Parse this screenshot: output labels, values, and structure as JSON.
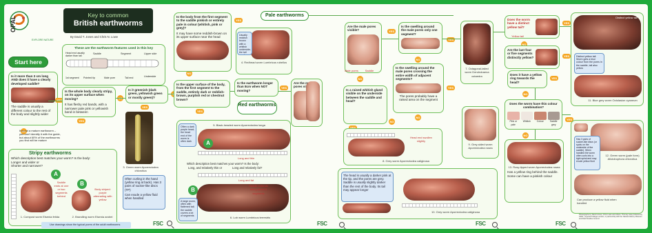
{
  "branding": {
    "publisher": "OPAL",
    "publisher_sub": "EXPLORE NATURE",
    "title_line1": "Key to common",
    "title_line2": "British earthworms",
    "authors": "By David T. Jones and Chris N. Lowe"
  },
  "start": {
    "label": "Start here",
    "question": "Is it more than 3 cm long AND does it have a clearly developed saddle?",
    "note": "The saddle is usually a different colour to the rest of the body and slightly wider",
    "no_note": "It is not a mature earthworm – you can’t identify it with the guide, but about 60% of the earthworms you find will be mature"
  },
  "features": {
    "heading": "These are the earthworm features used in this key",
    "labels": [
      "Head end usually darker than tail",
      "Saddle",
      "Upper side",
      "Underside",
      "1st segment",
      "Pointed tip",
      "Male pore",
      "Tail end",
      "Segment"
    ]
  },
  "stripy": {
    "heading": "Stripy earthworms",
    "question": "Which description best matches your worm? Is the body:",
    "option_a": "Longer and wider or",
    "option_b": "Shorter and narrower?",
    "callout_a": "Saddle ends at one or two segments behind",
    "callout_b": "Body striped: purple alternating with yellow",
    "species_a": "1. Compost worm Eisenia fetida",
    "species_b": "2. Brandling worm Eisenia andrei",
    "letter_a": "A",
    "letter_b": "B"
  },
  "stripes_question": "Is the whole body clearly stripy, on its upper surface when moving?",
  "stripes_note": "It has fleshy red bands, with a narrower pale pink or yellowish band in between",
  "green_question": "Is it greenish (dark green, yellowish green or mostly green)?",
  "green_species": "3. Green worm Aporrectodea chlorotica",
  "green_note": "Often curling in the hand (yellow ring at back). Has 3 pairs of sucker-like discs (TP)",
  "green_note2": "Can exude a yellow fluid when handled",
  "upper_question": "Is the upper surface of the body, from the first segment to the saddle, entirely dark or reddish-brown, purplish red or chestnut brown?",
  "redder_question": "Is the body from the first segment to the saddle pinkish or entirely pale in colour (whitish, pink or grey)?",
  "redder_note": "It may have some reddish-brown on its upper surface near the head",
  "red_earthworms": {
    "label": "Red earthworms",
    "longer_question": "Is the earthworm longer than 8cm when NOT moving?",
    "pores_question": "Are the male pores visible?",
    "species_4": "4. Redhead worm Lumbricus rubellus",
    "note_4": "Usually reddish brown with a whitish underside; the tail can be flattened",
    "species_5": "5. Black-headed worm Aporrectodea longa",
    "note_5": "Often a dark purple head; the head end of the worm is often dark",
    "species_6": "6. Lob worm Lumbricus terrestris",
    "note_6": "A large worm, often with flattened tail; the saddle covers a lot of segments",
    "describe_q": "Which description best matches your worm? Is the body:",
    "describe_a": "Long, and relatively thin or",
    "describe_b": "Long and relatively fat?",
    "fat_callout": "Saddle extends along about 6 segments",
    "long_thin": "Long and thin",
    "long_fat": "Long and fat",
    "letter_a": "A",
    "letter_b": "B"
  },
  "pale": {
    "label": "Pale earthworms",
    "pores_question": "Are the male pores visible?",
    "swelling_question": "Is the swelling around the male pores only one segment?",
    "raised_question": "Is the swelling around the male pores crossing the entire width of adjacent segments?",
    "pale_note": "The pores probably have a raised area on the segment",
    "raised_2": "Is a raised whitish gland visible on the underside between the saddle and head?",
    "species_7": "7. Octagonal-tailed worm Dendrobaena octaedra",
    "species_8": "8. Grey worm Aporrectodea caliginosa",
    "species_9": "9. Grey-sided worm Aporrectodea rosea",
    "species_10": "10. Grey worm Aporrectodea caliginosa",
    "head_question": "Does it have a yellow ring towards the head?",
    "callout_8": "Head end swollen slightly",
    "tail_callout": "Tail tip pointed",
    "red_label": "Male pores",
    "pale_label": "Saddle",
    "note_10": "The head is usually a darker pink at the tip, and the pores are grey. Saddle is usually slightly darker than the rest of the body. Its tail may appear longer"
  },
  "right": {
    "distinct_question": "Does the worm have a distinct yellow tail?",
    "last_question": "Are the last four or five segments distinctly yellow?",
    "tail_label": "Distinct yellow tail",
    "yellow_label": "Yellow tail",
    "species_11": "11. Blue grey worm Octolasion cyaneum",
    "note_11": "Distinct yellow tail. Worm gets a blue colour from the pores in the saddle, tail also yellow",
    "colour_question": "Does the worm have this colour combination?",
    "colours": [
      "Pink or pale",
      "Whitish",
      "Colour",
      "Saddle grey"
    ],
    "species_12": "12. Green worm (pale form) Allolobophora chlorotica",
    "note_12": "Has 3 pairs of sucker-like discs (or spots on the underside of the saddle). When handled the worm often curls into a tight spiral and may exude yellow fluid",
    "species_13": "13. Rosy-tipped worm Aporrectodea rosea",
    "note_13": "Has a yellow ring behind the saddle. Some can have a pinkish colour",
    "note_14": "Can produce a yellow fluid when handled"
  },
  "footer": {
    "legend": "Use drawings show the typical pores of the adult earthworms",
    "fsc": "FSC",
    "credits": "Photographs by David Jones, Chris Lowe and others. This key was produced by OPAL, Imperial College London, in partnership with the Natural History Museum and Field Studies Council."
  },
  "answers": {
    "yes": "YES",
    "no": "NO"
  },
  "colors": {
    "frame": "#1faa3a",
    "panel": "#f6fbef",
    "accent": "#f5a623",
    "box_border": "#6fbf5a"
  }
}
